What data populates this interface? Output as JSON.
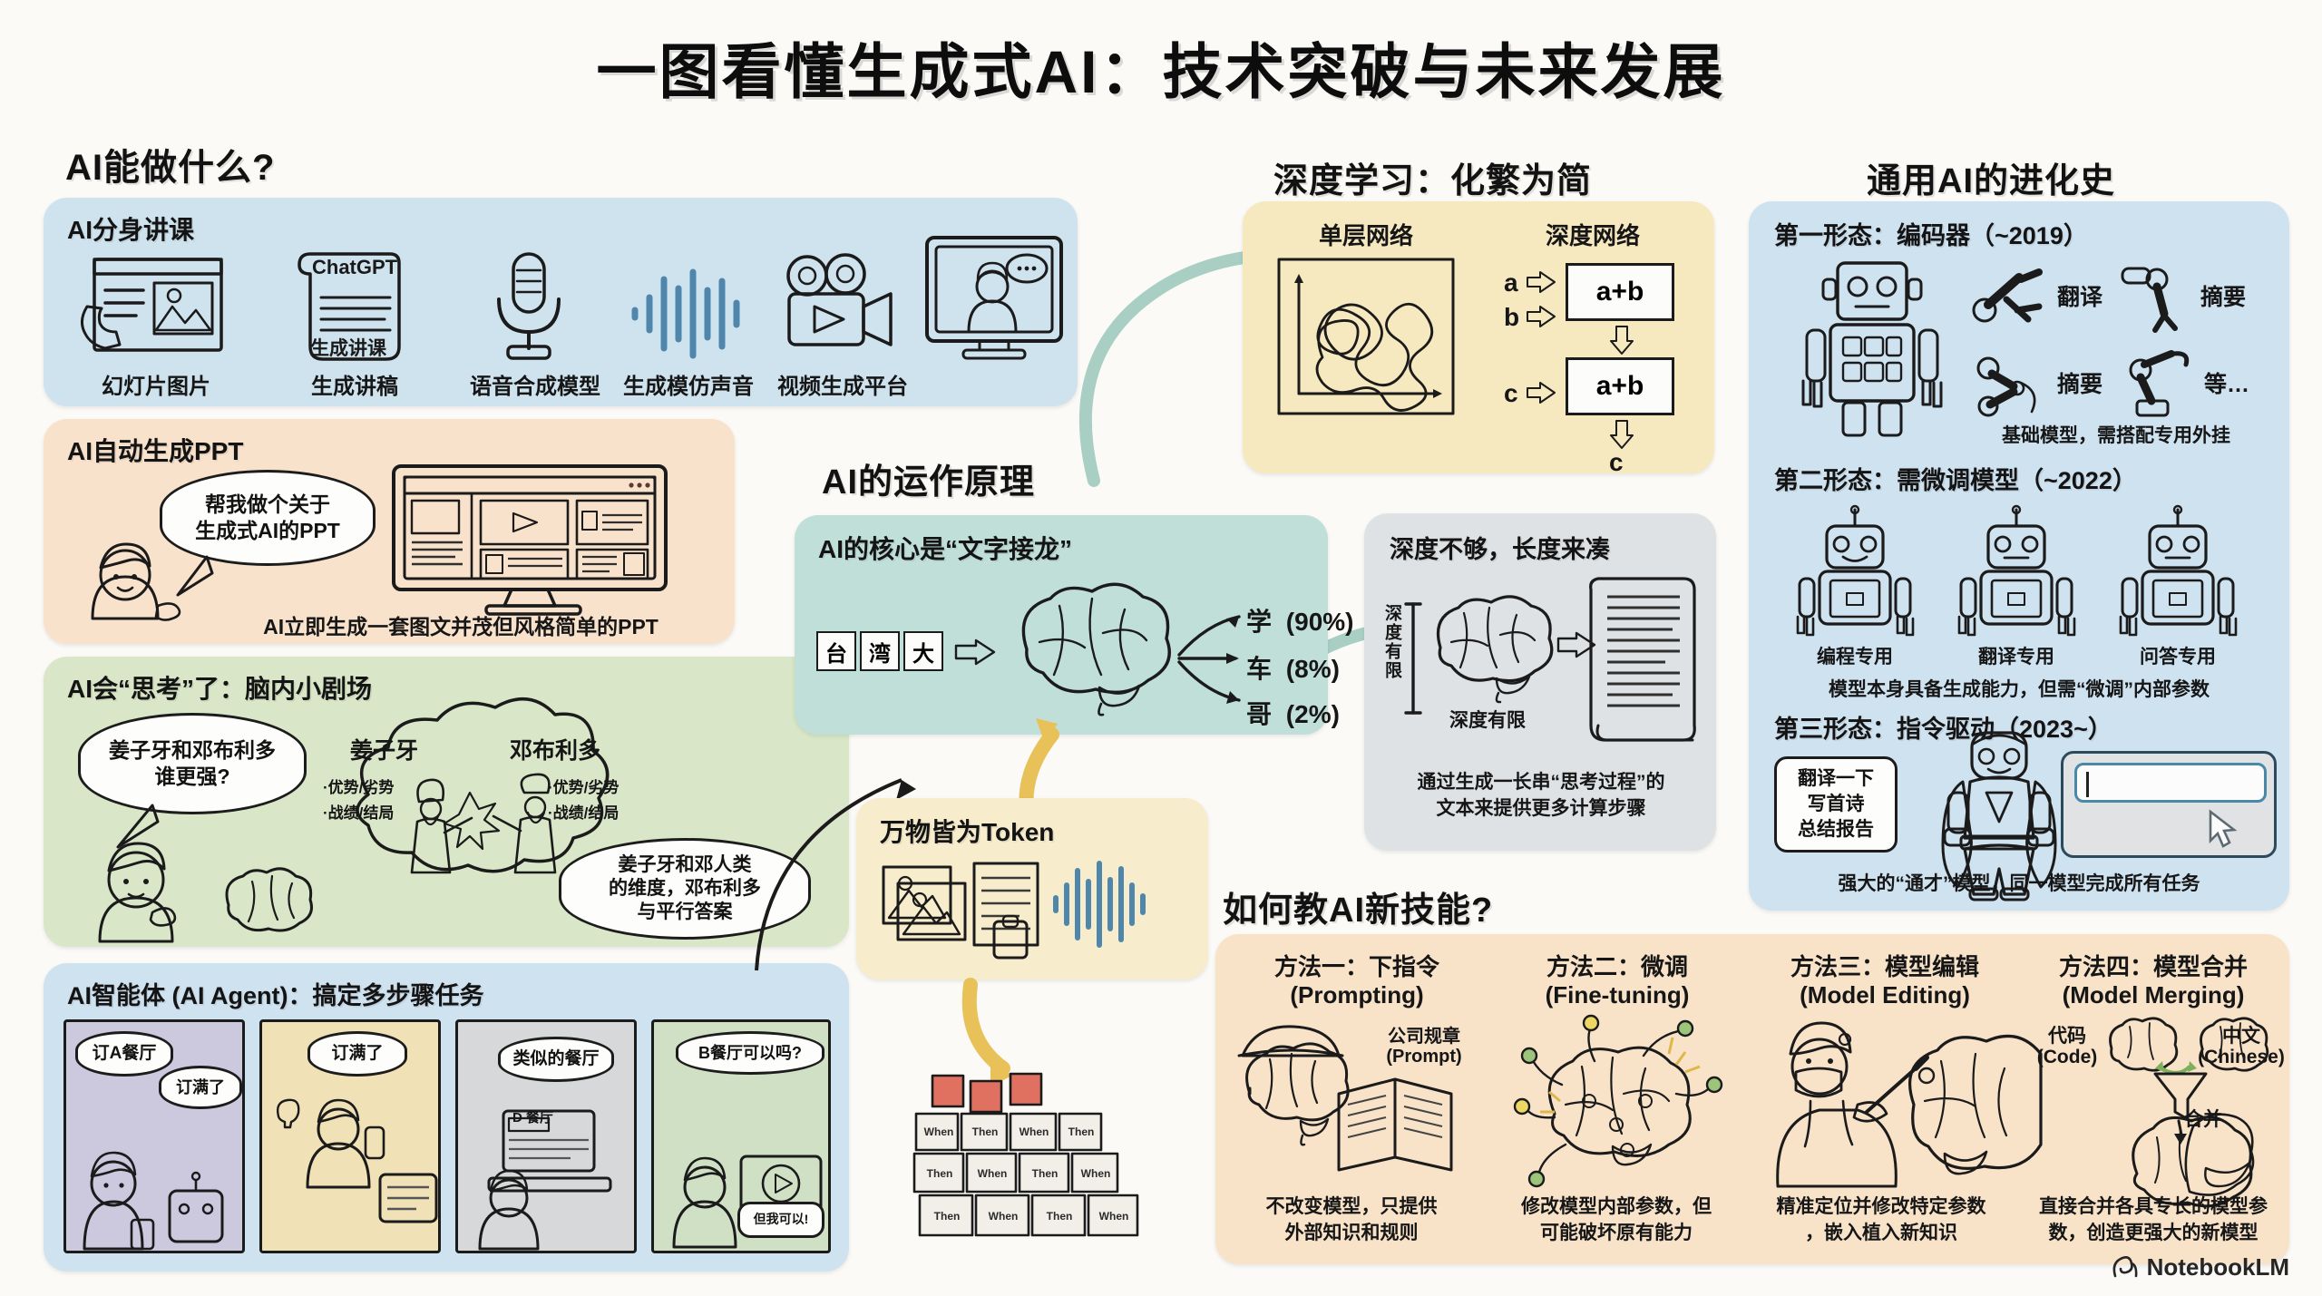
{
  "title": "一图看懂生成式AI：技术突破与未来发展",
  "watermark": "NotebookLM",
  "sections": {
    "capabilities": {
      "heading": "AI能做什么?",
      "card1": {
        "title": "AI分身讲课",
        "icons": [
          {
            "name": "slide-image-icon",
            "label": "幻灯片图片"
          },
          {
            "name": "script-scroll-icon",
            "label": "生成讲稿",
            "inner_top": "ChatGPT",
            "inner_bottom": "生成讲课"
          },
          {
            "name": "microphone-icon",
            "label": "语音合成模型"
          },
          {
            "name": "waveform-icon",
            "label": "生成模仿声音"
          },
          {
            "name": "video-camera-icon",
            "label": "视频生成平台"
          }
        ]
      },
      "card2": {
        "title": "AI自动生成PPT",
        "speech": "帮我做个关于\n生成式AI的PPT",
        "caption": "AI立即生成一套图文并茂但风格简单的PPT"
      },
      "card3": {
        "title": "AI会“思考”了：脑内小剧场",
        "speech": "姜子牙和邓布利多\n谁更强?",
        "thought_left_name": "姜子牙",
        "thought_right_name": "邓布利多",
        "thought_left_bullets": [
          "·优势/劣势",
          "·战绩/结局"
        ],
        "thought_right_bullets": [
          "·优势/劣势",
          "·战绩/结局"
        ],
        "answer": "姜子牙和邓人类\n的维度，邓布利多\n与平行答案"
      },
      "card4": {
        "title": "AI智能体 (AI Agent)：搞定多步骤任务",
        "steps": [
          {
            "bubble1": "订A餐厅",
            "bubble2": "订满了"
          },
          {
            "bubble1": "订满了",
            "bubble2": ""
          },
          {
            "bubble1": "类似的餐厅",
            "bubble2": ""
          },
          {
            "bubble1": "B餐厅可以吗?",
            "bubble2": "但我可以!"
          }
        ],
        "screen_label": "D 餐厅"
      }
    },
    "principle": {
      "heading": "AI的运作原理",
      "card": {
        "title": "AI的核心是“文字接龙”",
        "input_tokens": [
          "台",
          "湾",
          "大"
        ],
        "outputs": [
          {
            "token": "学",
            "prob": "(90%)"
          },
          {
            "token": "车",
            "prob": "(8%)"
          },
          {
            "token": "哥",
            "prob": "(2%)"
          }
        ]
      },
      "token_card": {
        "title": "万物皆为Token"
      }
    },
    "deep_learning": {
      "heading": "深度学习：化繁为简",
      "left_label": "单层网络",
      "right_label": "深度网络",
      "inputs_top": [
        "a",
        "b"
      ],
      "box_top": "a+b",
      "input_mid": "c",
      "box_bottom": "a+b",
      "output": "c"
    },
    "depth": {
      "title": "深度不够，长度来凑",
      "axis_label": "深度有限",
      "brain_caption": "深度有限",
      "caption": "通过生成一长串“思考过程”的\n文本来提供更多计算步骤"
    },
    "evolution": {
      "heading": "通用AI的进化史",
      "stage1": {
        "title": "第一形态：编码器（~2019）",
        "arms": [
          "翻译",
          "摘要",
          "摘要",
          "等…"
        ],
        "caption": "基础模型，需搭配专用外挂"
      },
      "stage2": {
        "title": "第二形态：需微调模型（~2022）",
        "robots": [
          {
            "label": "编程专用",
            "chip_color": "#4a90c2"
          },
          {
            "label": "翻译专用",
            "chip_color": "#74a84e"
          },
          {
            "label": "问答专用",
            "chip_color": "#d9902f"
          }
        ],
        "caption": "模型本身具备生成能力，但需“微调”内部参数"
      },
      "stage3": {
        "title": "第三形态：指令驱动（2023~）",
        "prompts": [
          "翻译一下",
          "写首诗",
          "总结报告"
        ],
        "caption": "强大的“通才”模型，同一模型完成所有任务"
      }
    },
    "teaching": {
      "heading": "如何教AI新技能?",
      "methods": [
        {
          "title_cn": "方法一：下指令",
          "title_en": "(Prompting)",
          "annot_cn": "公司规章",
          "annot_en": "(Prompt)",
          "caption": "不改变模型，只提供\n外部知识和规则"
        },
        {
          "title_cn": "方法二：微调",
          "title_en": "(Fine-tuning)",
          "caption": "修改模型内部参数，但\n可能破坏原有能力"
        },
        {
          "title_cn": "方法三：模型编辑",
          "title_en": "(Model Editing)",
          "caption": "精准定位并修改特定参数\n，嵌入植入新知识"
        },
        {
          "title_cn": "方法四：模型合并",
          "title_en": "(Model Merging)",
          "label_code_cn": "代码",
          "label_code_en": "(Code)",
          "label_chinese_cn": "中文",
          "label_chinese_en": "(Chinese)",
          "merge_label": "合并",
          "caption": "直接合并各具专长的模型参\n数，创造更强大的新模型"
        }
      ]
    }
  },
  "colors": {
    "page_bg": "#fbfaf6",
    "card_blue": "#cfe3ef",
    "card_peach": "#f9e2cb",
    "card_green": "#d9e7c8",
    "card_teal": "#bfdfd8",
    "card_yellow": "#f7eccb",
    "card_gray": "#dfe2e4",
    "brain_blue": "#6aa9cf",
    "brain_pink": "#ec9a93",
    "arrow_yellow": "#e8c159",
    "ink": "#1b1b1b"
  }
}
